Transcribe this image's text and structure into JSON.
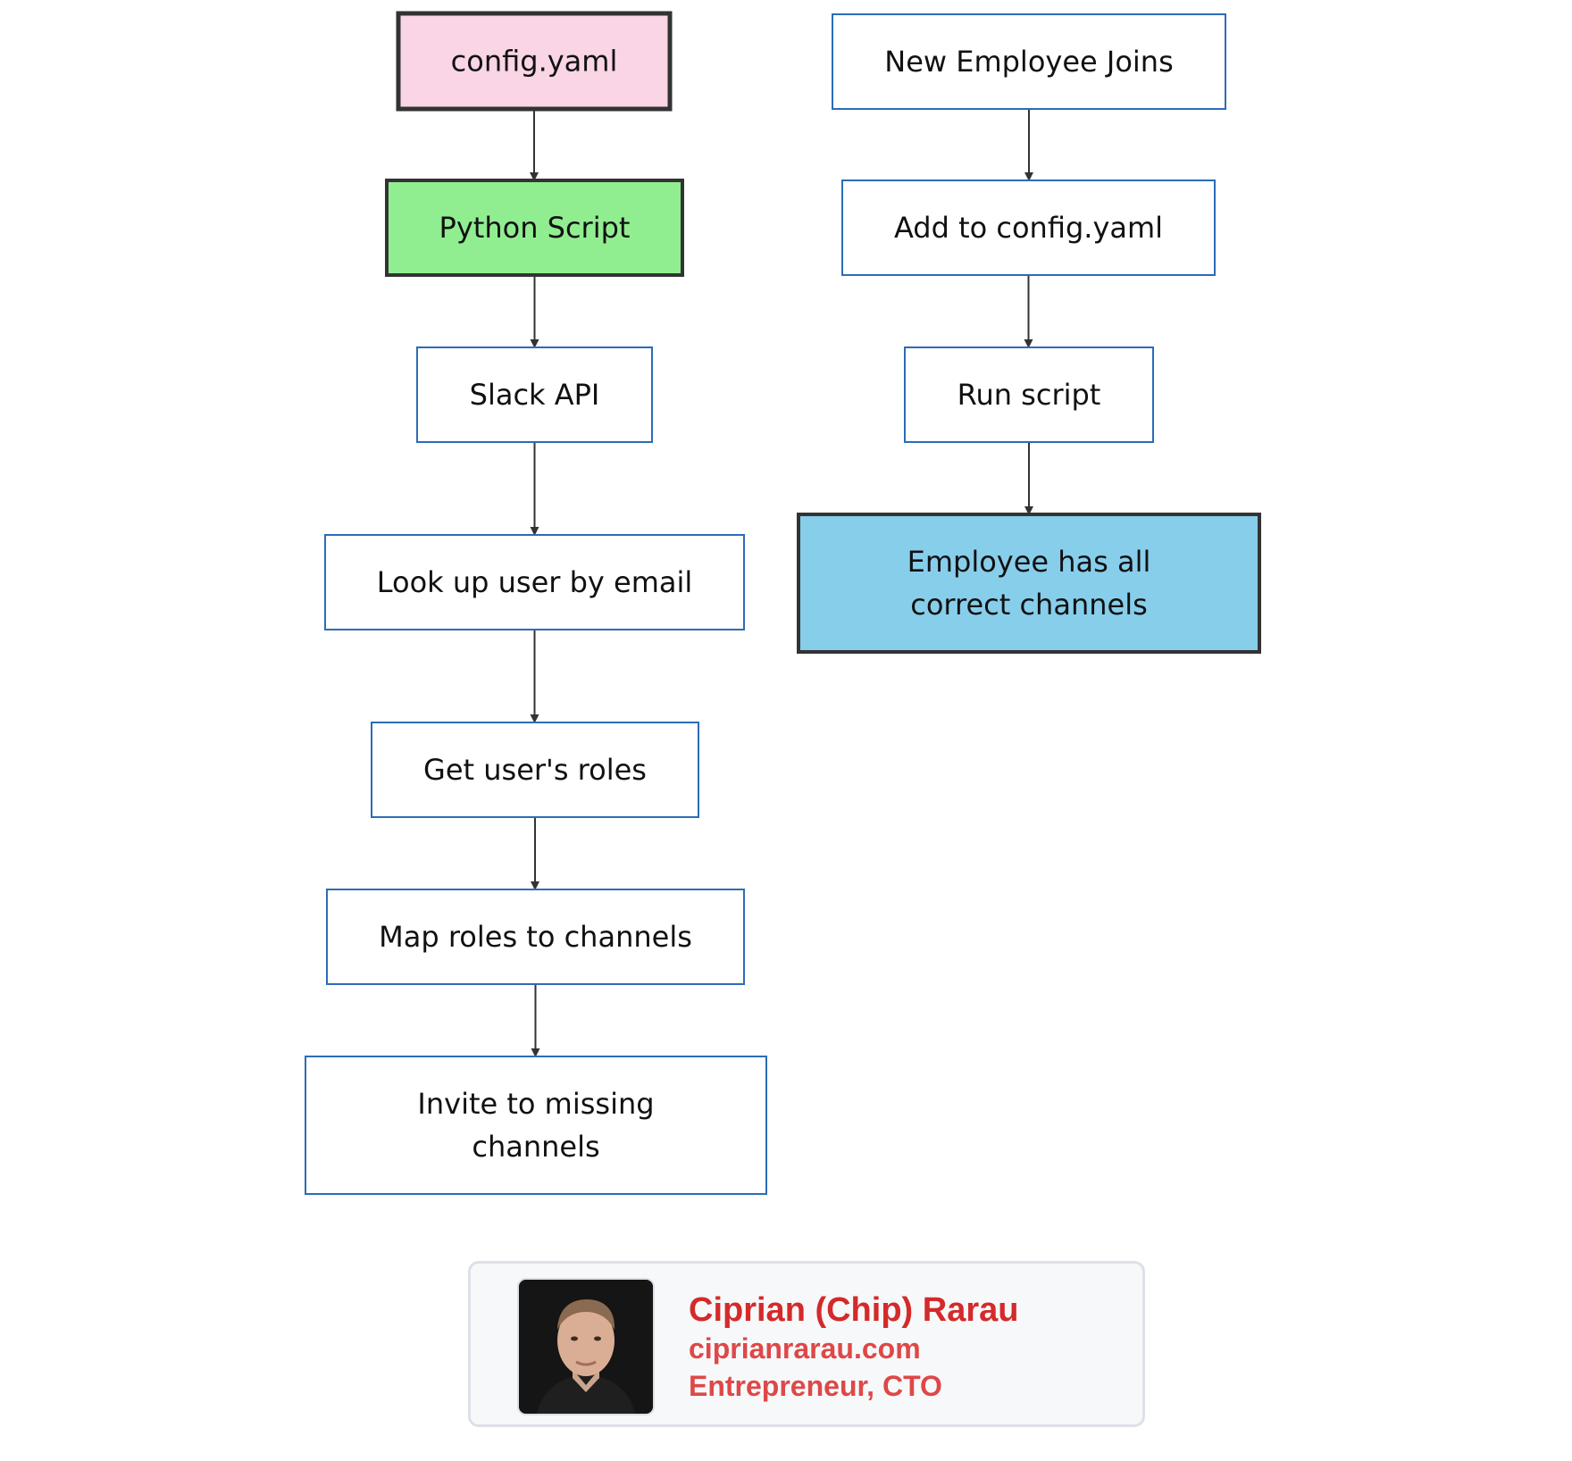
{
  "diagram": {
    "left_column": {
      "nodes": [
        {
          "id": "config",
          "label": "config.yaml",
          "style": "highlight-pink"
        },
        {
          "id": "python",
          "label": "Python Script",
          "style": "highlight-green"
        },
        {
          "id": "slack",
          "label": "Slack API",
          "style": "default"
        },
        {
          "id": "lookup",
          "label": "Look up user by email",
          "style": "default"
        },
        {
          "id": "roles",
          "label": "Get user's roles",
          "style": "default"
        },
        {
          "id": "map",
          "label": "Map roles to channels",
          "style": "default"
        },
        {
          "id": "invite",
          "label_lines": [
            "Invite to missing",
            "channels"
          ],
          "style": "default"
        }
      ]
    },
    "right_column": {
      "nodes": [
        {
          "id": "newemp",
          "label": "New Employee Joins",
          "style": "default"
        },
        {
          "id": "add",
          "label": "Add to config.yaml",
          "style": "default"
        },
        {
          "id": "run",
          "label": "Run script",
          "style": "default"
        },
        {
          "id": "done",
          "label_lines": [
            "Employee has all",
            "correct channels"
          ],
          "style": "highlight-blue"
        }
      ]
    },
    "edges": [
      {
        "from": "config",
        "to": "python"
      },
      {
        "from": "python",
        "to": "slack"
      },
      {
        "from": "slack",
        "to": "lookup"
      },
      {
        "from": "lookup",
        "to": "roles"
      },
      {
        "from": "roles",
        "to": "map"
      },
      {
        "from": "map",
        "to": "invite"
      },
      {
        "from": "newemp",
        "to": "add"
      },
      {
        "from": "add",
        "to": "run"
      },
      {
        "from": "run",
        "to": "done"
      }
    ],
    "colors": {
      "pink": "#f9d5e5",
      "green": "#90ee90",
      "blue": "#87ceeb",
      "default_border": "#2b6cb8",
      "highlight_border": "#333333",
      "edge": "#333333"
    }
  },
  "author_card": {
    "name": "Ciprian (Chip) Rarau",
    "website": "ciprianrarau.com",
    "role": "Entrepreneur, CTO",
    "avatar_icon": "person-portrait-icon"
  }
}
